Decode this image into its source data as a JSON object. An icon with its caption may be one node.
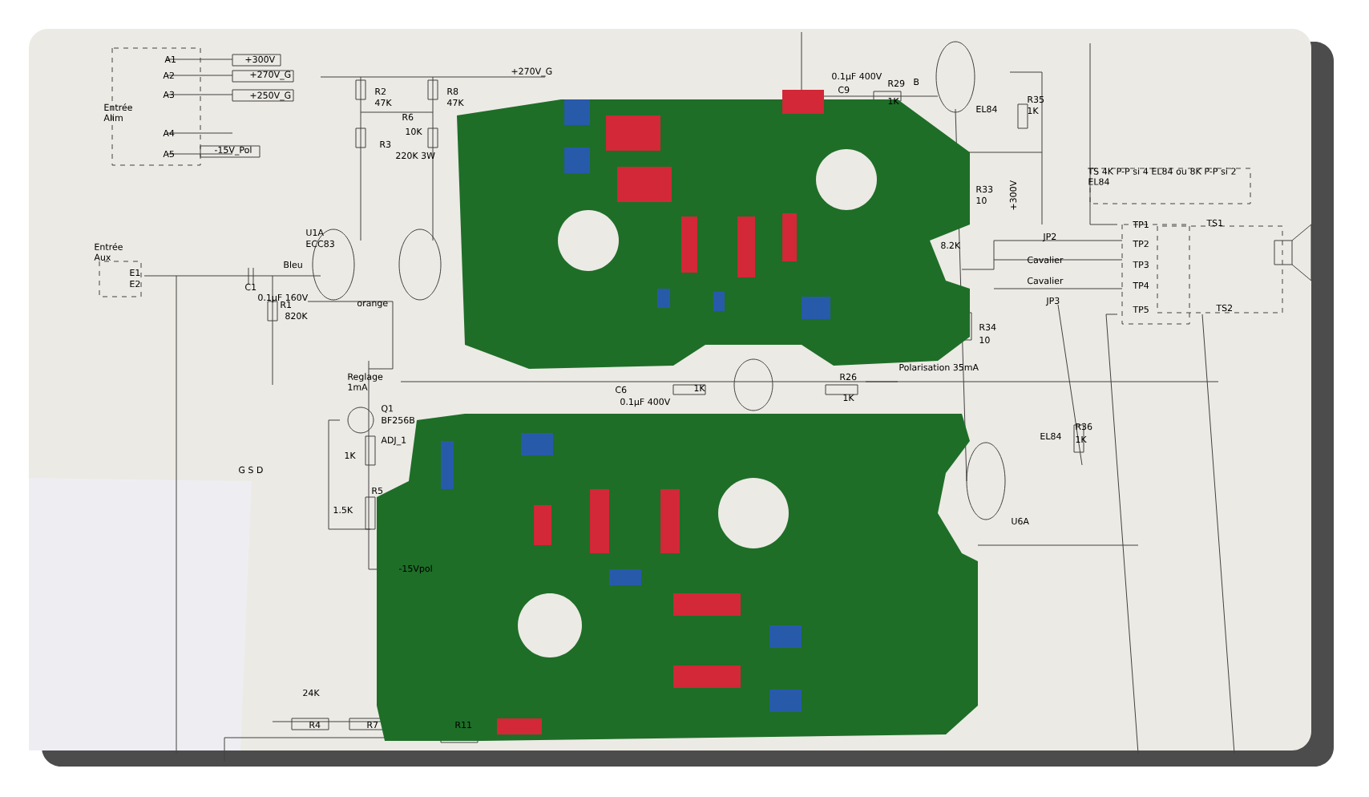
{
  "diagram": {
    "labels": [
      "A1",
      "A2",
      "A3",
      "+300V",
      "+270V_G",
      "+250V_G",
      "Entrée Alim",
      "A4",
      "A5",
      "-15V_Pol",
      "R2",
      "47K",
      "R8",
      "47K",
      "+270V_G",
      "R6",
      "10K",
      "R3",
      "220K 3W",
      "U1A",
      "ECC83",
      "Entrée Aux",
      "E1",
      "E2",
      "Bleu",
      "C1",
      "0.1µF 160V",
      "R1",
      "820K",
      "orange",
      "Reglage 1mA",
      "Q1",
      "BF256B",
      "ADJ_1",
      "1K",
      "R5",
      "1.5K",
      "-15Vpol",
      "G S D",
      "24K",
      "R4",
      "R7",
      "R11",
      "0.1µF 400V",
      "C9",
      "R29",
      "1K",
      "B",
      "EL84",
      "R35",
      "1K",
      "R33",
      "10",
      "8.2K",
      "+300V",
      "TS 4K P-P si 4 EL84 ou 8K P-P si 2 EL84",
      "TP1",
      "TP2",
      "TP3",
      "TP4",
      "TP5",
      "TS1",
      "TS2",
      "JP2",
      "Cavalier",
      "Cavalier",
      "JP3",
      "R34",
      "10",
      "Polarisation 35mA",
      "C6",
      "0.1µF 400V",
      "1K",
      "R26",
      "1K",
      "EL84",
      "R36",
      "1K",
      "U6A"
    ]
  }
}
